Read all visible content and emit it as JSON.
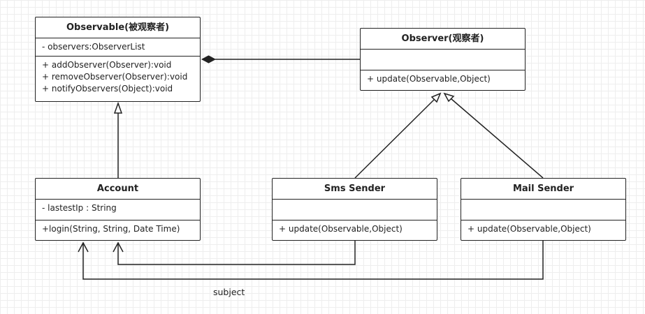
{
  "classes": {
    "observable": {
      "name": "Observable(被观察者)",
      "attributes": [
        "- observers:ObserverList"
      ],
      "operations": [
        "+ addObserver(Observer):void",
        "+ removeObserver(Observer):void",
        "+ notifyObservers(Object):void"
      ]
    },
    "observer": {
      "name": "Observer(观察者)",
      "attributes": [],
      "operations": [
        "+ update(Observable,Object)"
      ]
    },
    "account": {
      "name": "Account",
      "attributes": [
        "- lastestIp : String"
      ],
      "operations": [
        "+login(String, String, Date Time)"
      ]
    },
    "sms_sender": {
      "name": "Sms Sender",
      "attributes": [],
      "operations": [
        "+ update(Observable,Object)"
      ]
    },
    "mail_sender": {
      "name": "Mail Sender",
      "attributes": [],
      "operations": [
        "+ update(Observable,Object)"
      ]
    }
  },
  "connections": [
    {
      "kind": "composition",
      "from": "observer",
      "to": "observable"
    },
    {
      "kind": "inheritance",
      "from": "account",
      "to": "observable"
    },
    {
      "kind": "inheritance",
      "from": "sms_sender",
      "to": "observer"
    },
    {
      "kind": "inheritance",
      "from": "mail_sender",
      "to": "observer"
    },
    {
      "kind": "association",
      "from": "sms_sender",
      "to": "account"
    },
    {
      "kind": "association",
      "from": "mail_sender",
      "to": "account",
      "label": "subject"
    }
  ],
  "labels": {
    "subject": "subject"
  }
}
